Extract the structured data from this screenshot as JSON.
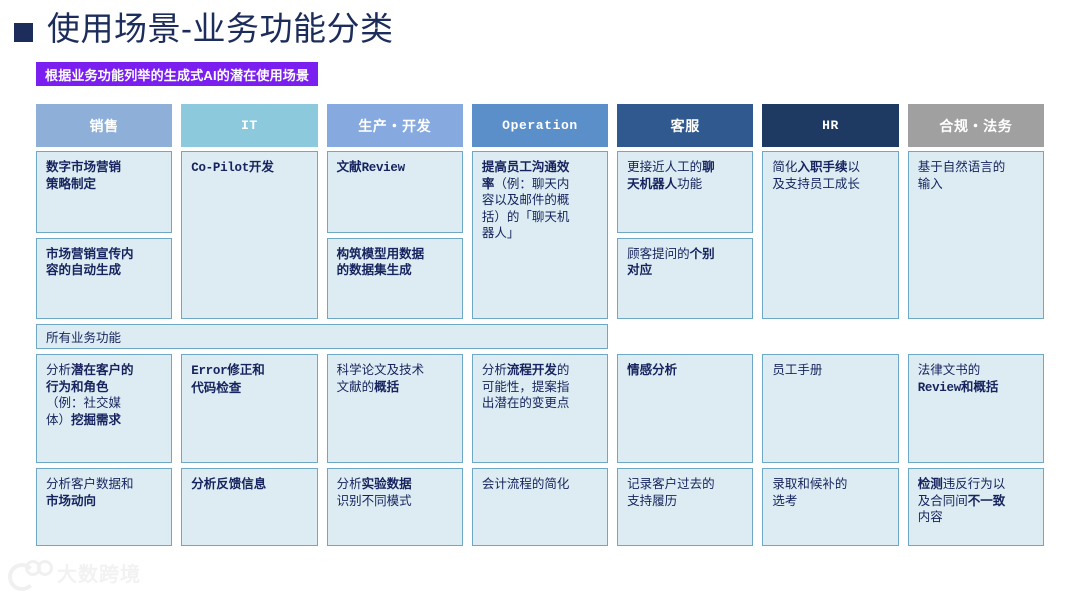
{
  "slide": {
    "title": "使用场景-业务功能分类",
    "banner": "根据业务功能列举的生成式AI的潜在使用场景",
    "all_functions_label": "所有业务功能",
    "watermark": "大数跨境"
  },
  "colors": {
    "title": "#1c2c5b",
    "banner_bg": "#7b1ff0",
    "cell_bg": "#dcecf2",
    "cell_border": "#6fa8c4",
    "cell_text": "#17235e",
    "header_sales": "#8dafd8",
    "header_it": "#8cc9dd",
    "header_prod": "#86aadf",
    "header_operation": "#5b8fc9",
    "header_cs": "#30598f",
    "header_hr": "#1e3a63",
    "header_legal": "#a0a0a0"
  },
  "columns": [
    {
      "key": "sales",
      "header": "销售",
      "header_color": "#8dafd8",
      "header_mono": false,
      "top": {
        "layout": "stack",
        "cells": [
          {
            "html": "<b>数字市场营销<br>策略制定</b>"
          },
          {
            "html": "<b>市场营销宣传内<br>容的自动生成</b>"
          }
        ]
      },
      "mid": {
        "html": "分析<b>潜在客户的<br>行为和角色</b><br>（例：社交媒<br>体）<b>挖掘需求</b>"
      },
      "bot": {
        "html": "分析客户数据和<br><b>市场动向</b>"
      }
    },
    {
      "key": "it",
      "header": "IT",
      "header_color": "#8cc9dd",
      "header_mono": true,
      "top": {
        "layout": "single",
        "cells": [
          {
            "html": "<span class=\"mono\">Co-Pilot</span><b>开发</b>"
          }
        ]
      },
      "mid": {
        "html": "<b><span class=\"mono\">Error</span>修正和<br>代码检查</b>"
      },
      "bot": {
        "html": "<b>分析反馈信息</b>"
      }
    },
    {
      "key": "production",
      "header": "生产・开发",
      "header_color": "#86aadf",
      "header_mono": false,
      "top": {
        "layout": "stack",
        "cells": [
          {
            "html": "<b>文献<span class=\"mono\">Review</span></b>"
          },
          {
            "html": "<b>构筑模型用数据<br>的数据集生成</b>"
          }
        ]
      },
      "mid": {
        "html": "科学论文及技术<br>文献的<b>概括</b>"
      },
      "bot": {
        "html": "分析<b>实验数据</b><br>识别不同模式"
      }
    },
    {
      "key": "operation",
      "header": "Operation",
      "header_color": "#5b8fc9",
      "header_mono": true,
      "top": {
        "layout": "single",
        "cells": [
          {
            "html": "<b>提高员工沟通效<br>率</b>（例：聊天内<br>容以及邮件的概<br>括）的「聊天机<br>器人」"
          }
        ]
      },
      "mid": {
        "html": "分析<b>流程开发</b>的<br>可能性，提案指<br>出潜在的变更点"
      },
      "bot": {
        "html": "会计流程的简化"
      }
    },
    {
      "key": "customer_service",
      "header": "客服",
      "header_color": "#30598f",
      "header_mono": false,
      "top": {
        "layout": "stack",
        "cells": [
          {
            "html": "更接近人工的<b>聊<br>天机器人</b>功能"
          },
          {
            "html": "顾客提问的<b>个别<br>对应</b>"
          }
        ]
      },
      "mid": {
        "html": "<b>情感分析</b>"
      },
      "bot": {
        "html": "记录客户过去的<br>支持履历"
      }
    },
    {
      "key": "hr",
      "header": "HR",
      "header_color": "#1e3a63",
      "header_mono": true,
      "top": {
        "layout": "single",
        "cells": [
          {
            "html": "简化<b>入职手续</b>以<br>及支持员工成长"
          }
        ]
      },
      "mid": {
        "html": "员工手册"
      },
      "bot": {
        "html": "录取和候补的<br>选考"
      }
    },
    {
      "key": "legal",
      "header": "合规・法务",
      "header_color": "#a0a0a0",
      "header_mono": false,
      "top": {
        "layout": "single",
        "cells": [
          {
            "html": "基于自然语言的<br>输入"
          }
        ]
      },
      "mid": {
        "html": "法律文书的<br><b><span class=\"mono\">Review</span>和概括</b>"
      },
      "bot": {
        "html": "<b>检测</b>违反行为以<br>及合同间<b>不一致</b><br>内容"
      }
    }
  ]
}
